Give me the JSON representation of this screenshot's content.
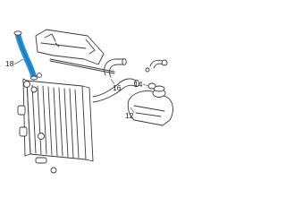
{
  "callouts": [
    {
      "id": "18",
      "text": "18"
    },
    {
      "id": "16",
      "text": "16"
    },
    {
      "id": "14",
      "text": "14"
    },
    {
      "id": "12",
      "text": "12"
    }
  ],
  "colors": {
    "highlight": "#1e8fd6",
    "line": "#3a3a3a",
    "background": "#ffffff"
  },
  "highlighted_part": "18"
}
